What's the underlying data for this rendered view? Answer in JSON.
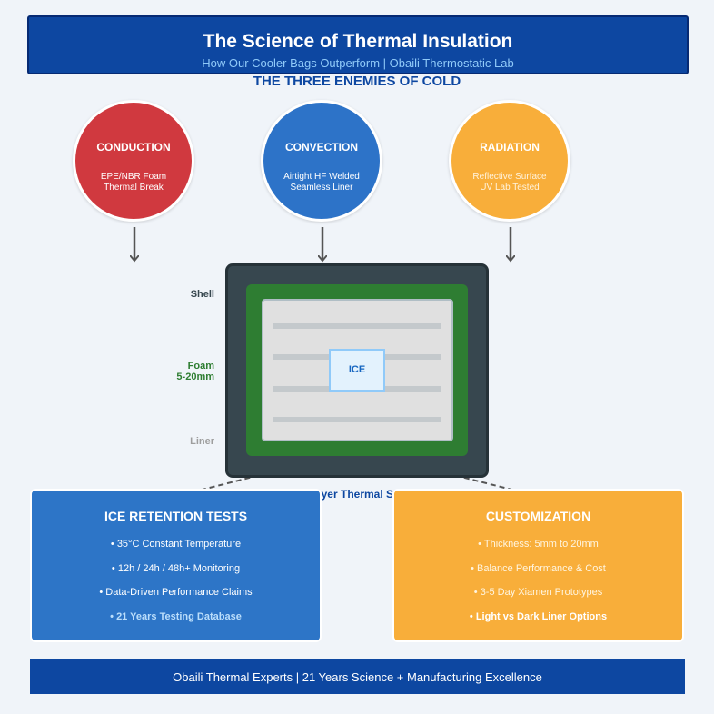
{
  "header": {
    "title": "The Science of Thermal Insulation",
    "subtitle": "How Our Cooler Bags Outperform | Obaili Thermostatic Lab"
  },
  "section_title": "THE THREE ENEMIES OF COLD",
  "enemies": [
    {
      "title": "CONDUCTION",
      "line1": "EPE/NBR Foam",
      "line2": "Thermal Break",
      "color": "#d0393f"
    },
    {
      "title": "CONVECTION",
      "line1": "Airtight HF Welded",
      "line2": "Seamless Liner",
      "color": "#2d73c8"
    },
    {
      "title": "RADIATION",
      "line1": "Reflective Surface",
      "line2": "UV Lab Tested",
      "color": "#f8ae3a"
    }
  ],
  "layers": {
    "shell": "Shell",
    "foam_line1": "Foam",
    "foam_line2": "5-20mm",
    "liner": "Liner",
    "ice": "ICE"
  },
  "structure_label": "Multi-Layer Thermal Structure",
  "panels": [
    {
      "title": "ICE RETENTION TESTS",
      "items": [
        "• 35°C Constant Temperature",
        "• 12h / 24h / 48h+ Monitoring",
        "• Data-Driven Performance Claims",
        "• 21 Years Testing Database"
      ],
      "color": "#2d75c7"
    },
    {
      "title": "CUSTOMIZATION",
      "items": [
        "• Thickness: 5mm to 20mm",
        "• Balance Performance & Cost",
        "• 3-5 Day Xiamen Prototypes",
        "• Light vs Dark Liner Options"
      ],
      "color": "#f8ae3a"
    }
  ],
  "footer": "Obaili Thermal Experts | 21 Years Science + Manufacturing Excellence"
}
